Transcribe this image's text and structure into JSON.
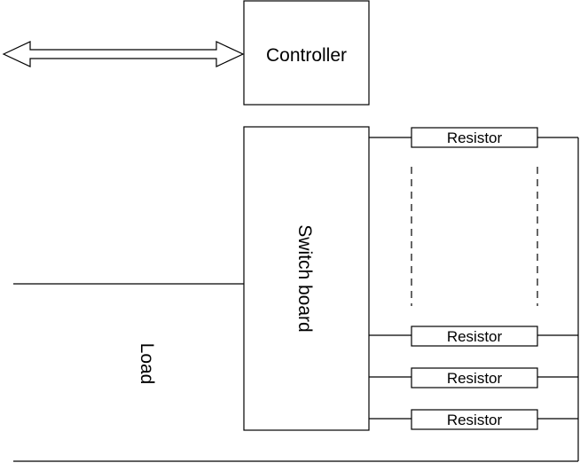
{
  "diagram": {
    "controller_label": "Controller",
    "switch_board_label": "Switch board",
    "load_label": "Load",
    "resistors": [
      {
        "label": "Resistor"
      },
      {
        "label": "Resistor"
      },
      {
        "label": "Resistor"
      },
      {
        "label": "Resistor"
      }
    ]
  }
}
